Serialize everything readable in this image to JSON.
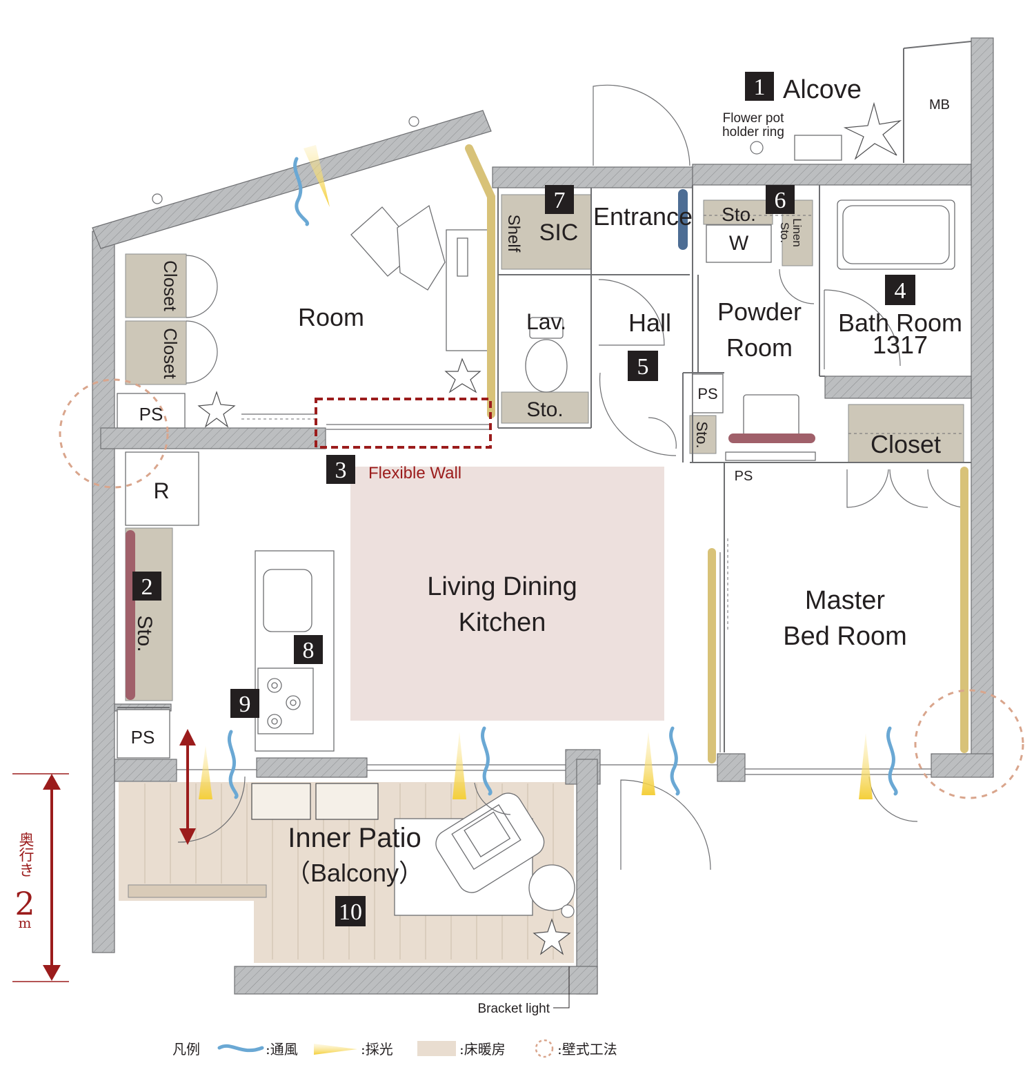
{
  "rooms": {
    "alcove": "Alcove",
    "flower_pot": [
      "Flower pot",
      "holder ring"
    ],
    "mb": "MB",
    "entrance": "Entrance",
    "sic": "SIC",
    "shelf": "Shelf",
    "room": "Room",
    "closet_1": "Closet",
    "closet_2": "Closet",
    "ps_1": "PS",
    "lav": "Lav.",
    "sto_lav": "Sto.",
    "hall": "Hall",
    "sto_powder": "Sto.",
    "w": "W",
    "linen": [
      "Linen",
      "Sto."
    ],
    "powder": [
      "Powder",
      "Room"
    ],
    "ps_2": "PS",
    "sto_small": "Sto.",
    "ps_3": "PS",
    "bath": [
      "Bath Room",
      "1317"
    ],
    "closet_master": "Closet",
    "r": "R",
    "sto_2": "Sto.",
    "ldk": [
      "Living Dining",
      "Kitchen"
    ],
    "master": [
      "Master",
      "Bed Room"
    ],
    "ps_4": "PS",
    "patio": [
      "Inner Patio",
      "（Balcony）"
    ],
    "flexible_wall": "Flexible Wall",
    "bracket_light": "Bracket light"
  },
  "badges": [
    "1",
    "2",
    "3",
    "4",
    "5",
    "6",
    "7",
    "8",
    "9",
    "10"
  ],
  "depth": {
    "label": "奥行き",
    "value": "2",
    "unit": "m"
  },
  "legend": {
    "title": "凡例",
    "items": [
      ":通風",
      ":採光",
      ":床暖房",
      ":壁式工法"
    ]
  },
  "colors": {
    "wall": "#bcbec0",
    "storage": "#cdc7b8",
    "ldk_floor": "#ede0dd",
    "patio_floor": "#e9ddd0",
    "wind": "#6aa8d4",
    "light": "#f4cf3a",
    "flex_wall": "#9b1c1c",
    "sliding_panel": "#d8c278",
    "heater": "#a0606a",
    "dashed_circle": "#d9a58c",
    "badge": "#231f20"
  }
}
